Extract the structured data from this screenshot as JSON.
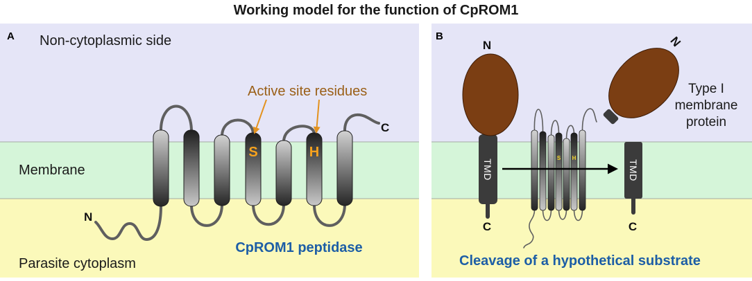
{
  "title": "Working model for the function of CpROM1",
  "colors": {
    "non_cytoplasmic_bg": "#e5e5f7",
    "membrane_bg": "#d5f5d9",
    "cytoplasm_bg": "#fbf9ba",
    "boundary_line": "#a3aaa3",
    "helix_outline": "#1e1e1e",
    "loop": "#5f5f5f",
    "active_site_text": "#9a5f17",
    "active_site_arrow": "#e3921f",
    "active_site_letter": "#f6a21e",
    "caption_blue": "#1d5ea6",
    "substrate_domain": "#7b3e13",
    "tmd": "#3b3b3b",
    "rhomboid_letter": "#f3d52c"
  },
  "panel_a": {
    "label": "A",
    "region_top": "Non-cytoplasmic side",
    "region_membrane": "Membrane",
    "region_bottom": "Parasite cytoplasm",
    "active_site_label": "Active site residues",
    "active_site_residues": [
      "S",
      "H"
    ],
    "n_terminus": "N",
    "c_terminus": "C",
    "caption": "CpROM1 peptidase"
  },
  "panel_b": {
    "label": "B",
    "substrate": {
      "n_terminus": "N",
      "tmd": "TMD",
      "c_terminus": "C"
    },
    "rhomboid_residues": [
      "S",
      "H"
    ],
    "cleaved_tmd": {
      "tmd": "TMD",
      "c_terminus": "C"
    },
    "released_domain": {
      "n_terminus": "N"
    },
    "substrate_type": [
      "Type I",
      "membrane",
      "protein"
    ],
    "caption": "Cleavage of a hypothetical substrate"
  }
}
